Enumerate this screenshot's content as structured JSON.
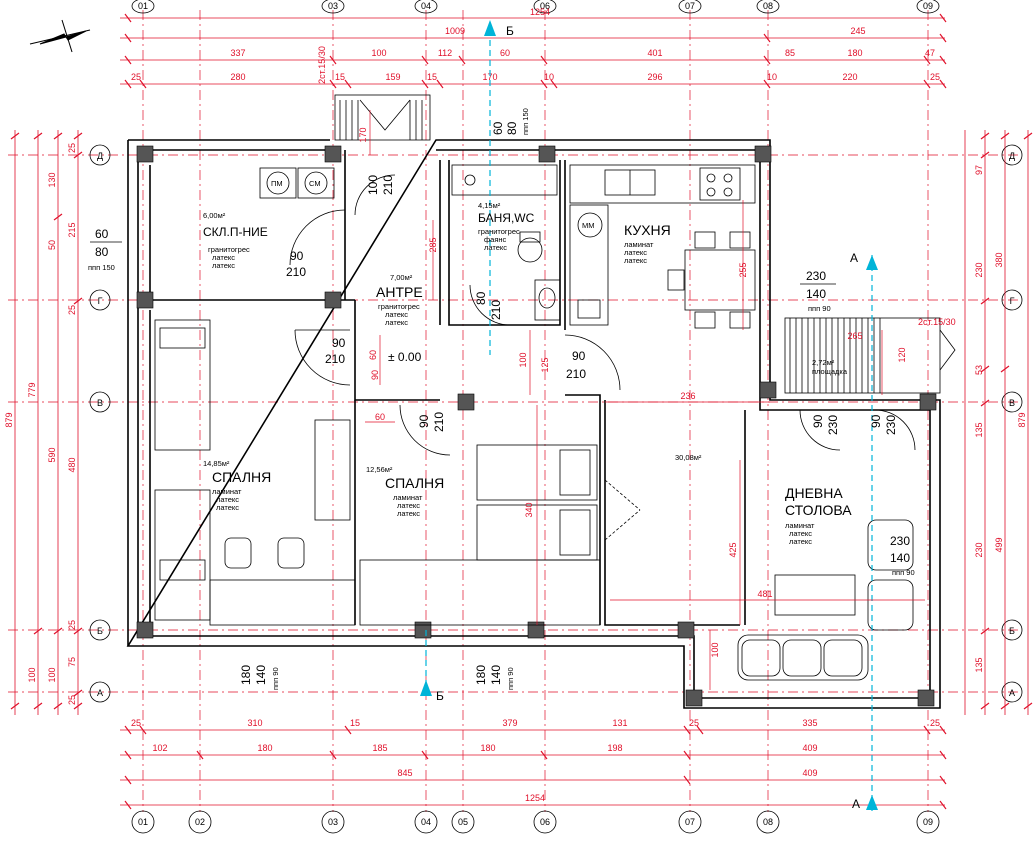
{
  "grid": {
    "columns": [
      "01",
      "02",
      "03",
      "04",
      "05",
      "06",
      "07",
      "08",
      "09"
    ],
    "rows": [
      "Д",
      "Г",
      "В",
      "Б",
      "А"
    ]
  },
  "top_dims": {
    "row1": [
      "1254"
    ],
    "row2": [
      "1009",
      "245"
    ],
    "row3": [
      "337",
      "100",
      "112",
      "60",
      "401",
      "85",
      "180",
      "47"
    ],
    "row4": [
      "25",
      "280",
      "15",
      "159",
      "15",
      "170",
      "10",
      "296",
      "10",
      "220",
      "25"
    ]
  },
  "bottom_dims": {
    "row1": [
      "25",
      "310",
      "15",
      "379",
      "131",
      "25",
      "335",
      "25"
    ],
    "row2": [
      "102",
      "180",
      "185",
      "180",
      "198",
      "409"
    ],
    "row3": [
      "845",
      "409"
    ],
    "row4": [
      "1254"
    ]
  },
  "left_dims": {
    "outer": [
      "879",
      "779",
      "100"
    ],
    "mid": [
      "130",
      "590",
      "100"
    ],
    "inner": [
      "215",
      "480",
      "75"
    ],
    "small": [
      "25",
      "50",
      "25",
      "25",
      "25",
      "25"
    ]
  },
  "right_dims": {
    "outer": [
      "879"
    ],
    "mid": [
      "380",
      "499"
    ],
    "inner": [
      "97",
      "230",
      "53",
      "135",
      "230",
      "135"
    ]
  },
  "rooms": [
    {
      "area": "6,00м²",
      "name": "СКЛ.П-НИЕ",
      "f1": "гранитогрес",
      "f2": "латекс",
      "f3": "латекс"
    },
    {
      "area": "7,00м²",
      "name": "АНТРЕ",
      "f1": "гранитогрес",
      "f2": "латекс",
      "f3": "латекс"
    },
    {
      "area": "4,15м²",
      "name": "БАНЯ,WC",
      "f1": "гранитогрес",
      "f2": "фаянс",
      "f3": "латекс"
    },
    {
      "area": "",
      "name": "КУХНЯ",
      "f1": "ламинат",
      "f2": "латекс",
      "f3": "латекс"
    },
    {
      "area": "14,85м²",
      "name": "СПАЛНЯ",
      "f1": "ламинат",
      "f2": "латекс",
      "f3": "латекс"
    },
    {
      "area": "12,56м²",
      "name": "СПАЛНЯ",
      "f1": "ламинат",
      "f2": "латекс",
      "f3": "латекс"
    },
    {
      "area": "30,08м²",
      "name": "ДНЕВНА",
      "name2": "СТОЛОВА",
      "f1": "ламинат",
      "f2": "латекс",
      "f3": "латекс"
    },
    {
      "area": "2,72м²",
      "name": "площадка"
    }
  ],
  "openings": {
    "win_storage": [
      "60",
      "80",
      "ппп 150"
    ],
    "win_bath": [
      "60",
      "80",
      "ппп 150"
    ],
    "door_storage": [
      "90",
      "210"
    ],
    "door_entry": [
      "100",
      "210"
    ],
    "door_bedroom1": [
      "90",
      "210"
    ],
    "door_bath": [
      "80",
      "210"
    ],
    "door_kitchen": [
      "90",
      "210"
    ],
    "door_bedroom2": [
      "90",
      "210"
    ],
    "win_kitchen": [
      "230",
      "140",
      "ппп 90"
    ],
    "door_terrace1": [
      "90",
      "230"
    ],
    "door_terrace2": [
      "90",
      "230"
    ],
    "win_living": [
      "230",
      "140",
      "ппп 90"
    ],
    "win_bed1": [
      "180",
      "140",
      "ппп 90"
    ],
    "win_bed2": [
      "180",
      "140",
      "ппп 90"
    ]
  },
  "levels": {
    "zero": "± 0.00"
  },
  "stairs": [
    {
      "label": "2ст.15/30"
    },
    {
      "label": "2ст.15/30"
    }
  ],
  "section_marks": {
    "b": "Б",
    "a": "А"
  },
  "appliances": {
    "pm": "ПМ",
    "sm": "СМ",
    "mm": "ММ"
  },
  "inner_dims": [
    "170",
    "285",
    "255",
    "236",
    "265",
    "120",
    "125",
    "340",
    "425",
    "481",
    "100",
    "60",
    "60",
    "90",
    "100"
  ],
  "colors": {
    "wall": "#000000",
    "dim": "#e0102a",
    "axis": "#e0102a",
    "section": "#00b4d8",
    "hatch": "#333333"
  }
}
